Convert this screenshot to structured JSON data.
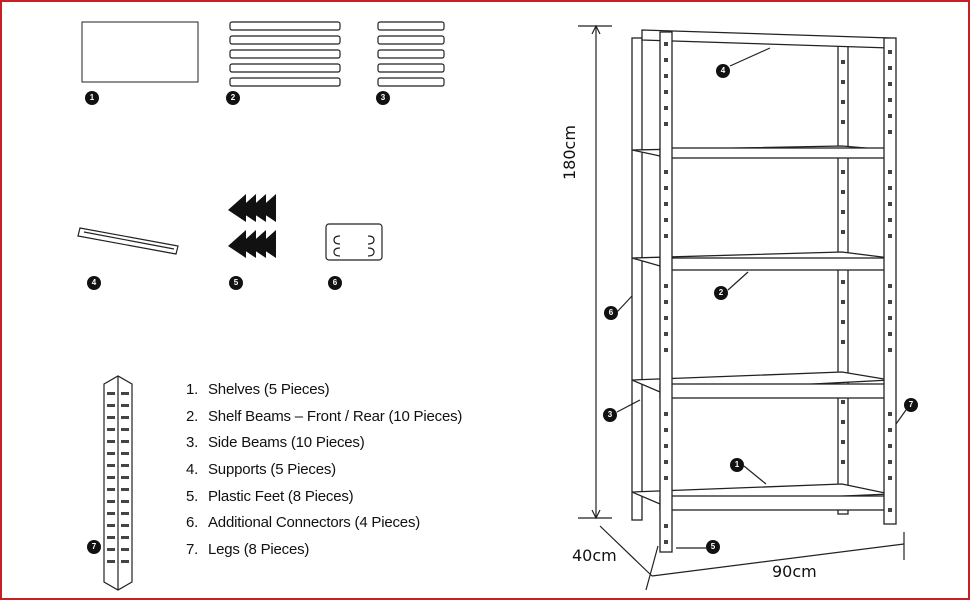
{
  "parts": [
    {
      "num": "1.",
      "label": "Shelves (5 Pieces)"
    },
    {
      "num": "2.",
      "label": "Shelf Beams – Front / Rear (10 Pieces)"
    },
    {
      "num": "3.",
      "label": "Side Beams (10 Pieces)"
    },
    {
      "num": "4.",
      "label": "Supports (5 Pieces)"
    },
    {
      "num": "5.",
      "label": "Plastic Feet (8 Pieces)"
    },
    {
      "num": "6.",
      "label": "Additional Connectors (4 Pieces)"
    },
    {
      "num": "7.",
      "label": "Legs (8 Pieces)"
    }
  ],
  "badges": {
    "b1": "1",
    "b2": "2",
    "b3": "3",
    "b4": "4",
    "b5": "5",
    "b6": "6",
    "b7": "7",
    "u1": "1",
    "u2": "2",
    "u3": "3",
    "u4": "4",
    "u5": "5",
    "u6": "6",
    "u7": "7"
  },
  "dimensions": {
    "height": "180cm",
    "depth": "40cm",
    "width": "90cm"
  },
  "colors": {
    "frame": "#c62026",
    "line": "#111111"
  }
}
